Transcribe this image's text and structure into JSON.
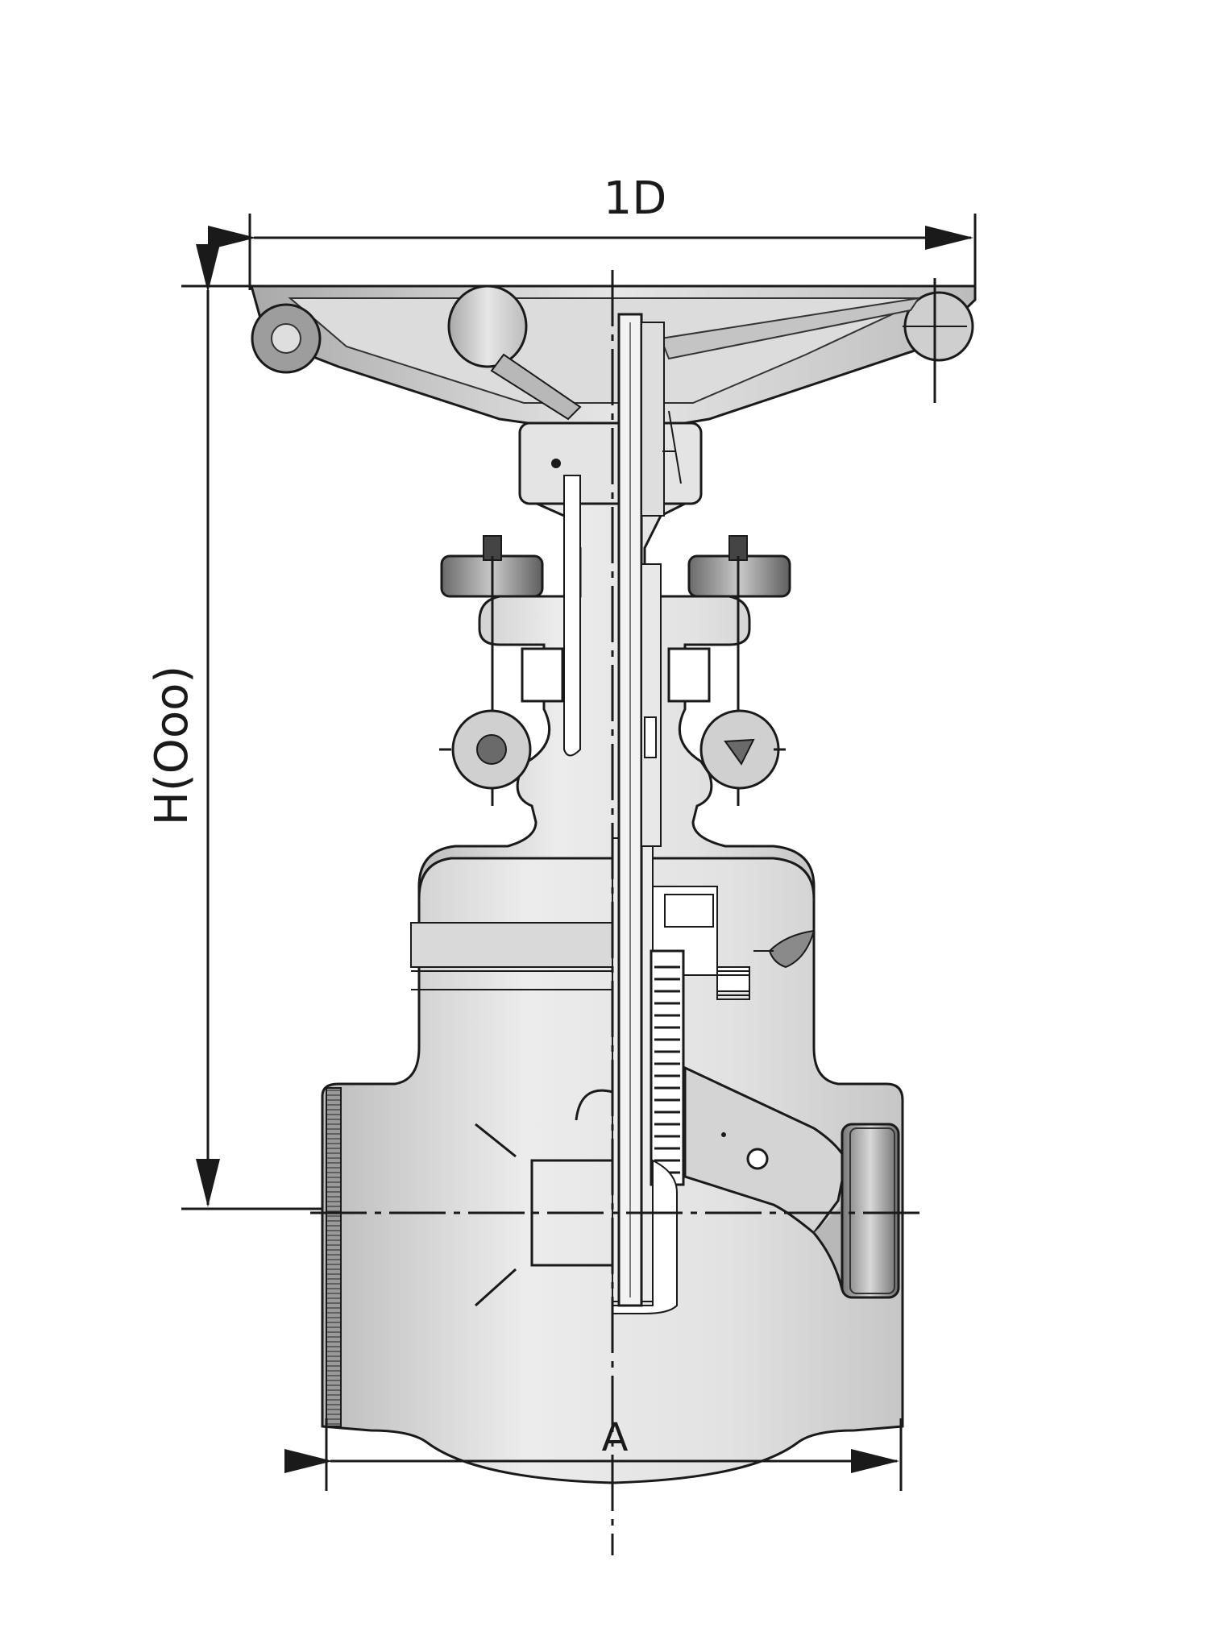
{
  "dimensions": {
    "top_width_label": "1D",
    "height_label": "H(Ooo)",
    "bottom_length_label": "A"
  },
  "colors": {
    "background": "#ffffff",
    "line": "#1a1a1a",
    "body_light": "#e9e9e9",
    "body_mid": "#cfcfcf",
    "body_dark": "#8a8a8a",
    "metal_dark": "#555555"
  }
}
